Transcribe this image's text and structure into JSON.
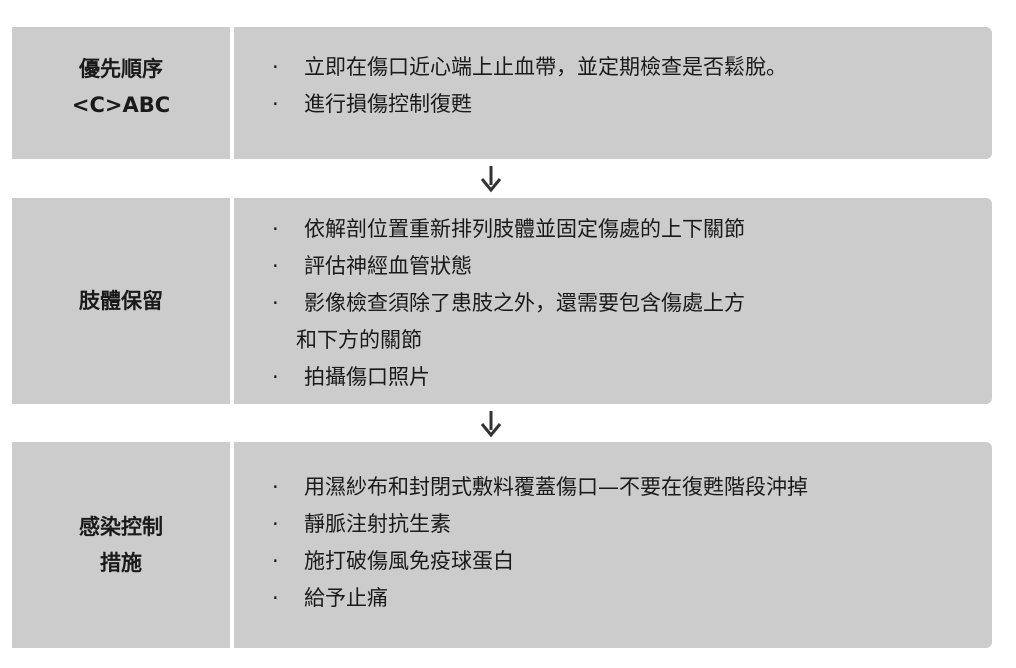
{
  "steps": [
    {
      "label_lines": [
        "優先順序",
        "<C>ABC"
      ],
      "bullets": [
        "立即在傷口近心端上止血帶，並定期檢查是否鬆脫。",
        "進行損傷控制復甦"
      ]
    },
    {
      "label_lines": [
        "肢體保留"
      ],
      "bullets": [
        "依解剖位置重新排列肢體並固定傷處的上下關節",
        "評估神經血管狀態",
        "影像檢查須除了患肢之外，還需要包含傷處上方",
        "和下方的關節",
        "拍攝傷口照片"
      ]
    },
    {
      "label_lines": [
        "感染控制",
        "措施"
      ],
      "bullets": [
        "用濕紗布和封閉式敷料覆蓋傷口—不要在復甦階段沖掉",
        "靜脈注射抗生素",
        "施打破傷風免疫球蛋白",
        "給予止痛"
      ]
    }
  ],
  "bullet_symbol": "·",
  "colors": {
    "box_fill": "#cccccc",
    "text": "#1a1a1a",
    "arrow": "#333333"
  },
  "icons": {
    "connector": "down-arrow-icon"
  }
}
